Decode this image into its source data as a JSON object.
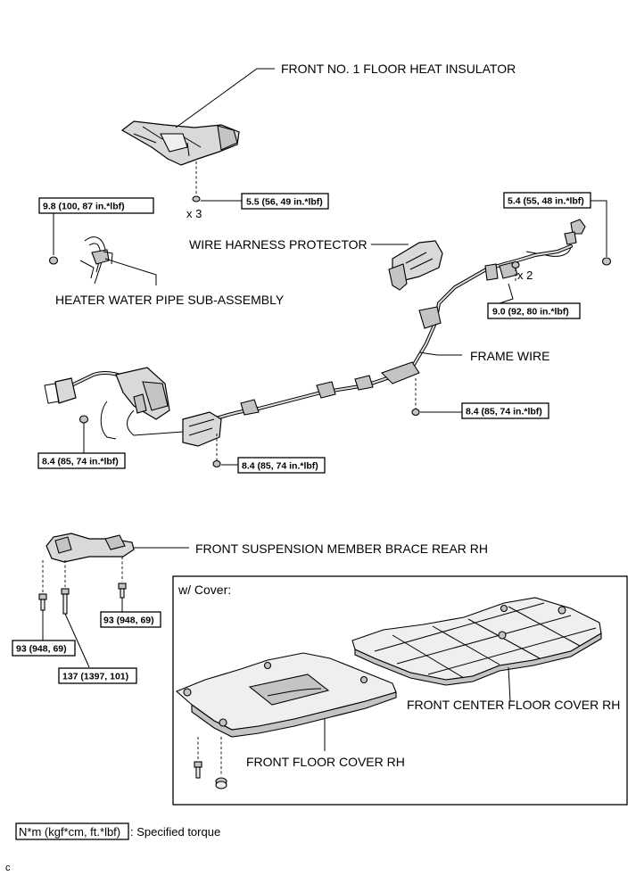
{
  "labels": {
    "front_no1_floor_heat_insulator": "FRONT NO. 1 FLOOR HEAT INSULATOR",
    "wire_harness_protector": "WIRE HARNESS PROTECTOR",
    "heater_water_pipe_sub_assembly": "HEATER WATER PIPE SUB-ASSEMBLY",
    "frame_wire": "FRAME WIRE",
    "front_suspension_member_brace_rear_rh": "FRONT SUSPENSION MEMBER BRACE REAR RH",
    "w_cover": "w/ Cover:",
    "front_center_floor_cover_rh": "FRONT CENTER FLOOR COVER RH",
    "front_floor_cover_rh": "FRONT FLOOR COVER RH"
  },
  "quantities": {
    "x3": "x 3",
    "x2": "x 2"
  },
  "torques": {
    "t_insulator": "5.5 (56, 49 in.*lbf)",
    "t_heater": "9.8 (100, 87 in.*lbf)",
    "t_right_top": "5.4 (55, 48 in.*lbf)",
    "t_right_x2": "9.0 (92, 80 in.*lbf)",
    "t_frame_right": "8.4 (85, 74 in.*lbf)",
    "t_frame_left": "8.4 (85, 74 in.*lbf)",
    "t_frame_mid": "8.4 (85, 74 in.*lbf)",
    "t_brace_right": "93 (948, 69)",
    "t_brace_left": "93 (948, 69)",
    "t_brace_mid": "137 (1397, 101)"
  },
  "legend": {
    "unit": "N*m (kgf*cm, ft.*lbf)",
    "text": ": Specified torque"
  },
  "corner_letter": "c"
}
